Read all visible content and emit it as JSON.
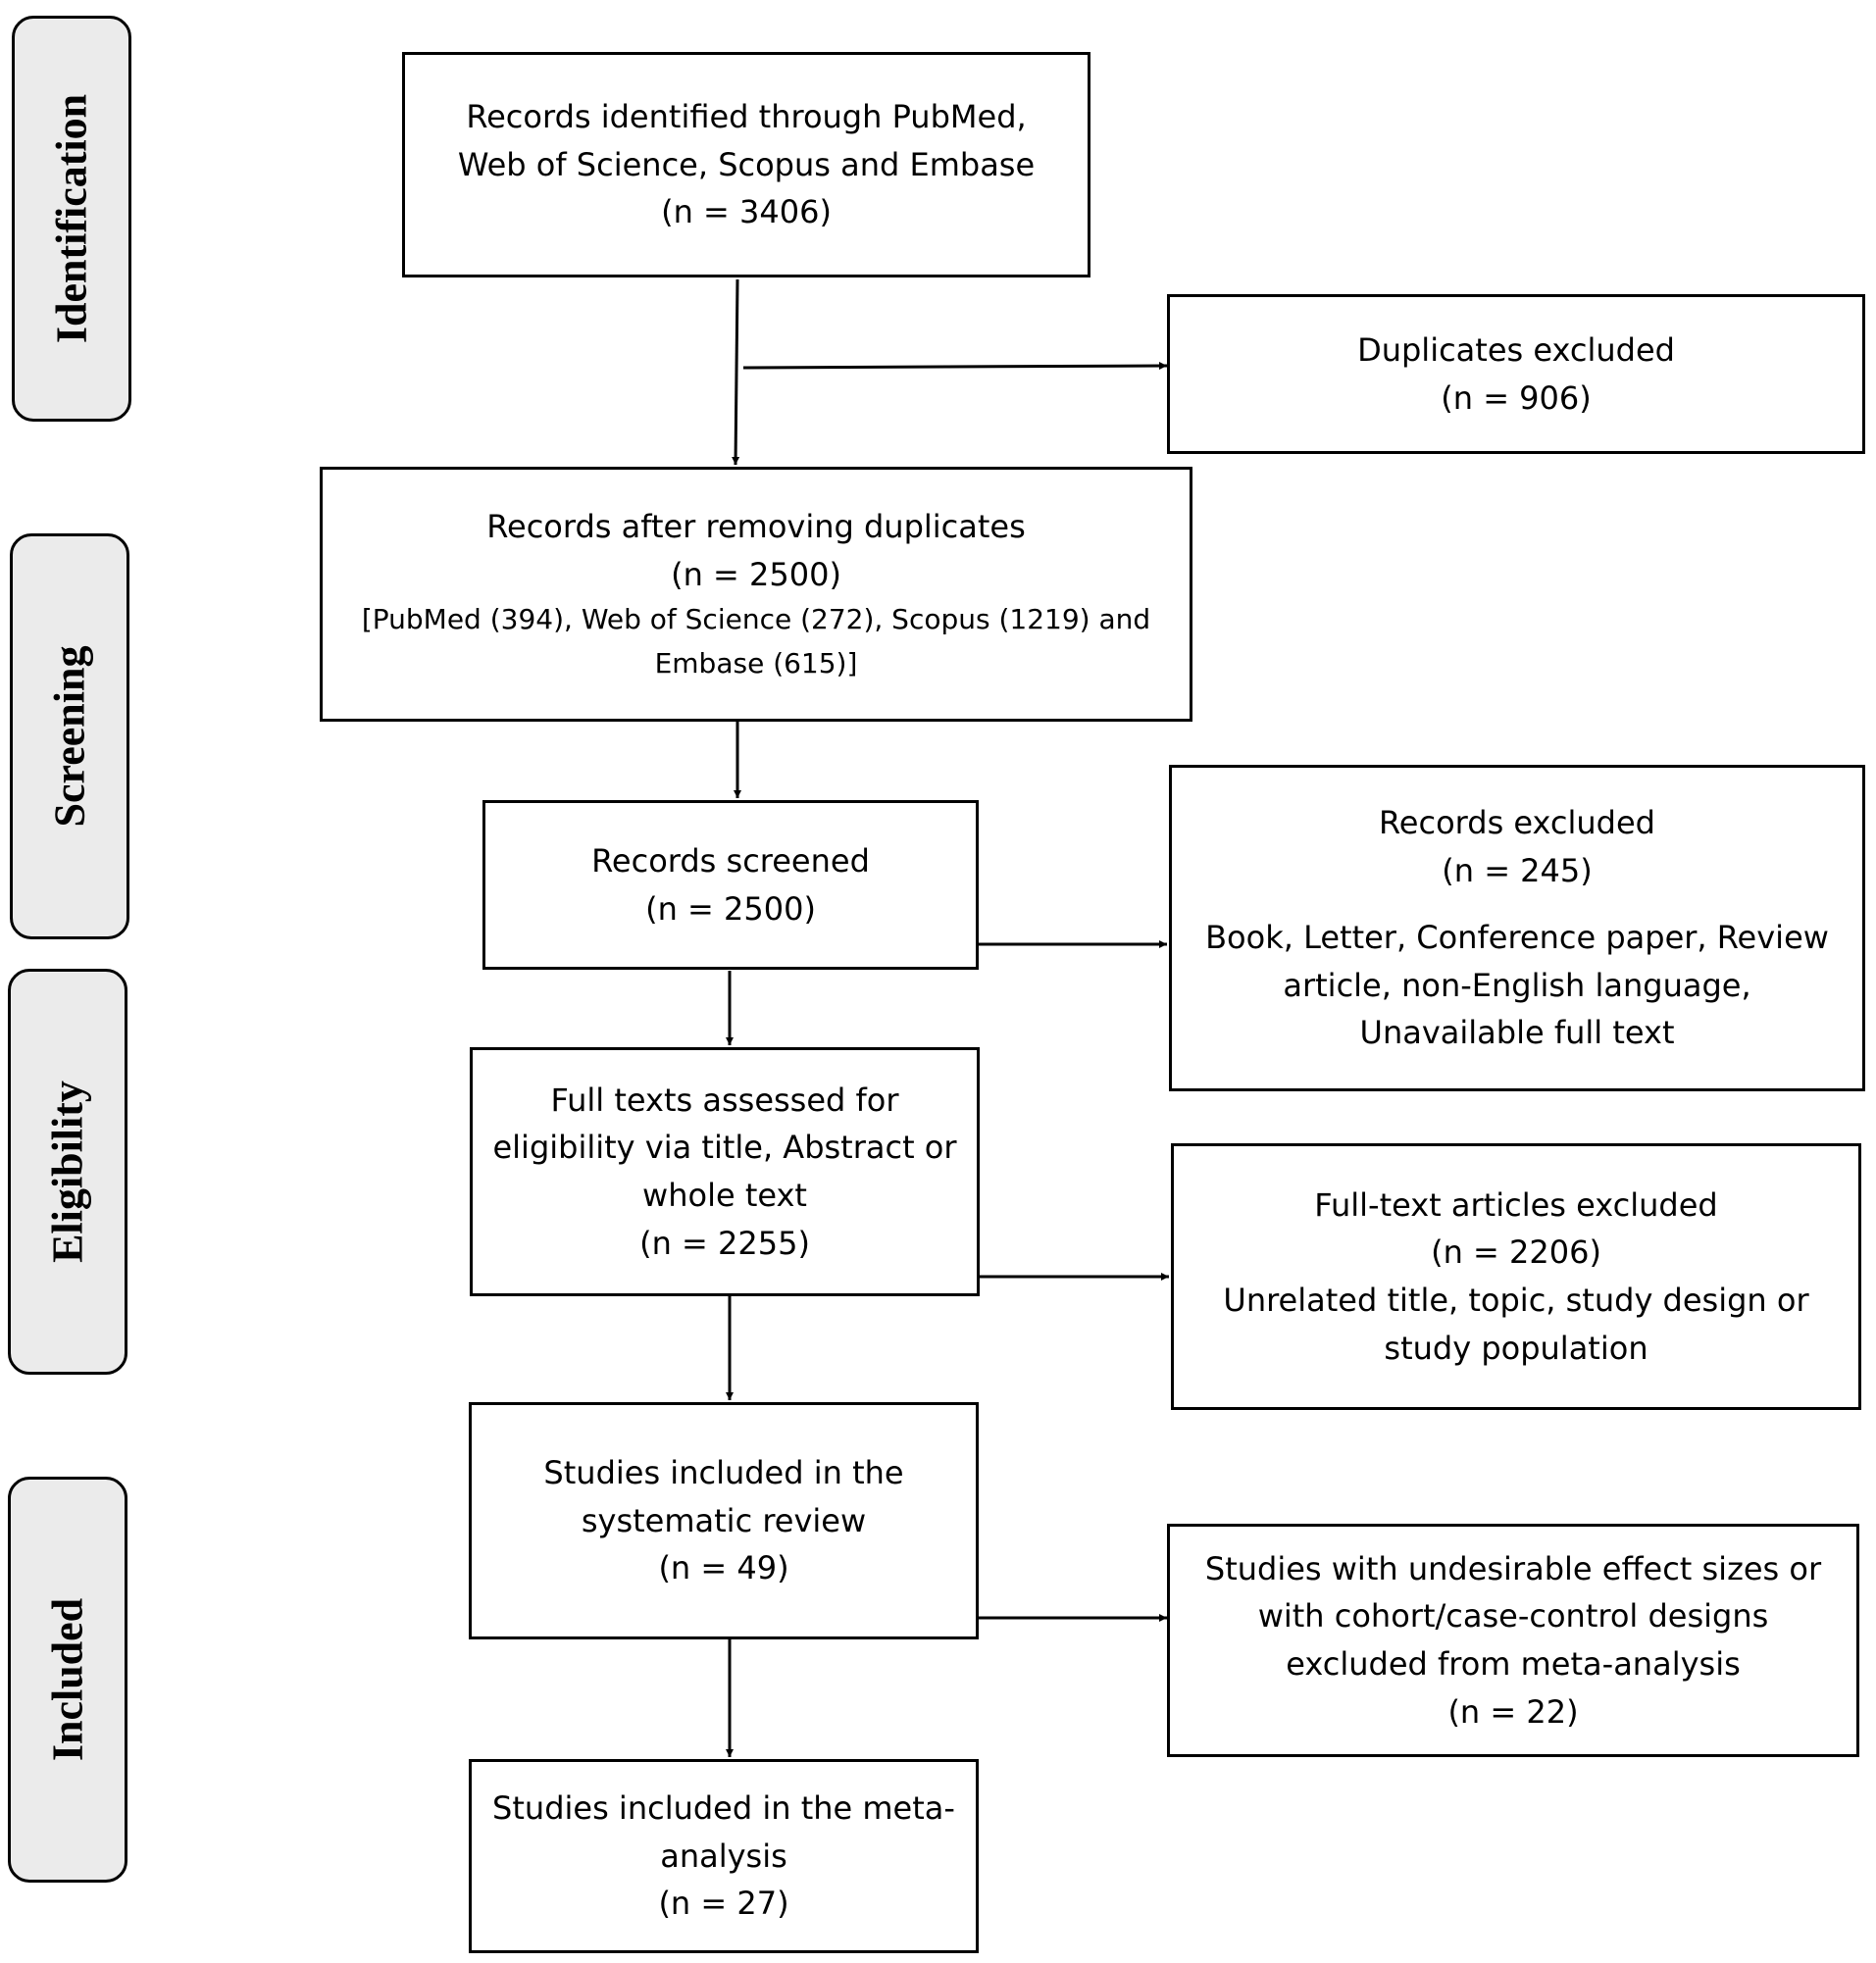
{
  "phases": {
    "identification": "Identification",
    "screening": "Screening",
    "eligibility": "Eligibility",
    "included": "Included"
  },
  "boxes": {
    "identified": {
      "line1": "Records identified through PubMed,",
      "line2": "Web of Science, Scopus and Embase",
      "count": "(n = 3406)"
    },
    "duplicates_excluded": {
      "label": "Duplicates excluded",
      "count": "(n = 906)"
    },
    "after_duplicates": {
      "label": "Records after removing duplicates",
      "count": "(n = 2500)",
      "breakdown_line1": "[PubMed (394), Web of Science (272), Scopus (1219) and",
      "breakdown_line2": "Embase (615)]"
    },
    "screened": {
      "label": "Records screened",
      "count": "(n = 2500)"
    },
    "records_excluded": {
      "label": "Records excluded",
      "count": "(n = 245)",
      "reason_line1": "Book, Letter, Conference paper, Review",
      "reason_line2": "article, non-English language,",
      "reason_line3": "Unavailable full text"
    },
    "full_texts": {
      "line1": "Full texts assessed for",
      "line2": "eligibility via title, Abstract or",
      "line3": "whole text",
      "count": "(n = 2255)"
    },
    "fulltext_excluded": {
      "label": "Full-text articles excluded",
      "count": "(n = 2206)",
      "reason_line1": "Unrelated title, topic, study design or",
      "reason_line2": "study population"
    },
    "systematic_review": {
      "line1": "Studies included in the",
      "line2": "systematic review",
      "count": "(n = 49)"
    },
    "meta_excluded": {
      "line1": "Studies with undesirable effect sizes or",
      "line2": "with cohort/case-control designs",
      "line3": "excluded from meta-analysis",
      "count": "(n = 22)"
    },
    "meta_analysis": {
      "line1": "Studies included in the meta-",
      "line2": "analysis",
      "count": "(n = 27)"
    }
  }
}
